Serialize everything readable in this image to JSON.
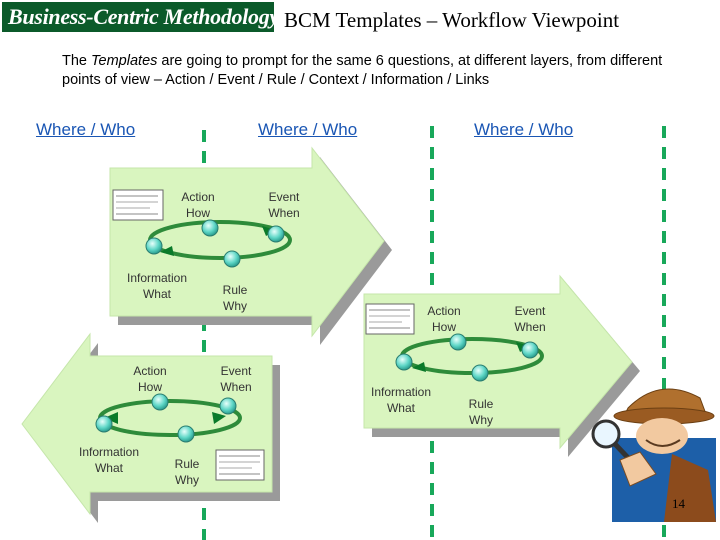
{
  "header": {
    "logo_text": "Business-Centric Methodology",
    "title": "BCM Templates – Workflow Viewpoint"
  },
  "intro": {
    "part1": "The ",
    "emphasis": "Templates",
    "part2": " are going to prompt for the same 6 questions, at different layers, from different points of view – Action / Event / Rule / Context / Information / Links"
  },
  "columns": [
    {
      "label": "Where / Who"
    },
    {
      "label": "Where / Who"
    },
    {
      "label": "Where / Who"
    }
  ],
  "cycles": [
    {
      "direction": "right",
      "action": {
        "title": "Action",
        "sub": "How"
      },
      "event": {
        "title": "Event",
        "sub": "When"
      },
      "information": {
        "title": "Information",
        "sub": "What"
      },
      "rule": {
        "title": "Rule",
        "sub": "Why"
      }
    },
    {
      "direction": "right",
      "action": {
        "title": "Action",
        "sub": "How"
      },
      "event": {
        "title": "Event",
        "sub": "When"
      },
      "information": {
        "title": "Information",
        "sub": "What"
      },
      "rule": {
        "title": "Rule",
        "sub": "Why"
      }
    },
    {
      "direction": "left",
      "action": {
        "title": "Action",
        "sub": "How"
      },
      "event": {
        "title": "Event",
        "sub": "When"
      },
      "information": {
        "title": "Information",
        "sub": "What"
      },
      "rule": {
        "title": "Rule",
        "sub": "Why"
      }
    }
  ],
  "page_number": "14",
  "colors": {
    "arrow_fill": "#d9f5bf",
    "arrow_shadow": "#9a9a9a",
    "divider": "#18a85a",
    "ring": "#2e8b3a",
    "node": "#5fd7c7",
    "logo_bg": "#0b5a2a",
    "link": "#1a56b4"
  },
  "icons": [
    "template-form-icon",
    "detective-magnifier-icon"
  ]
}
